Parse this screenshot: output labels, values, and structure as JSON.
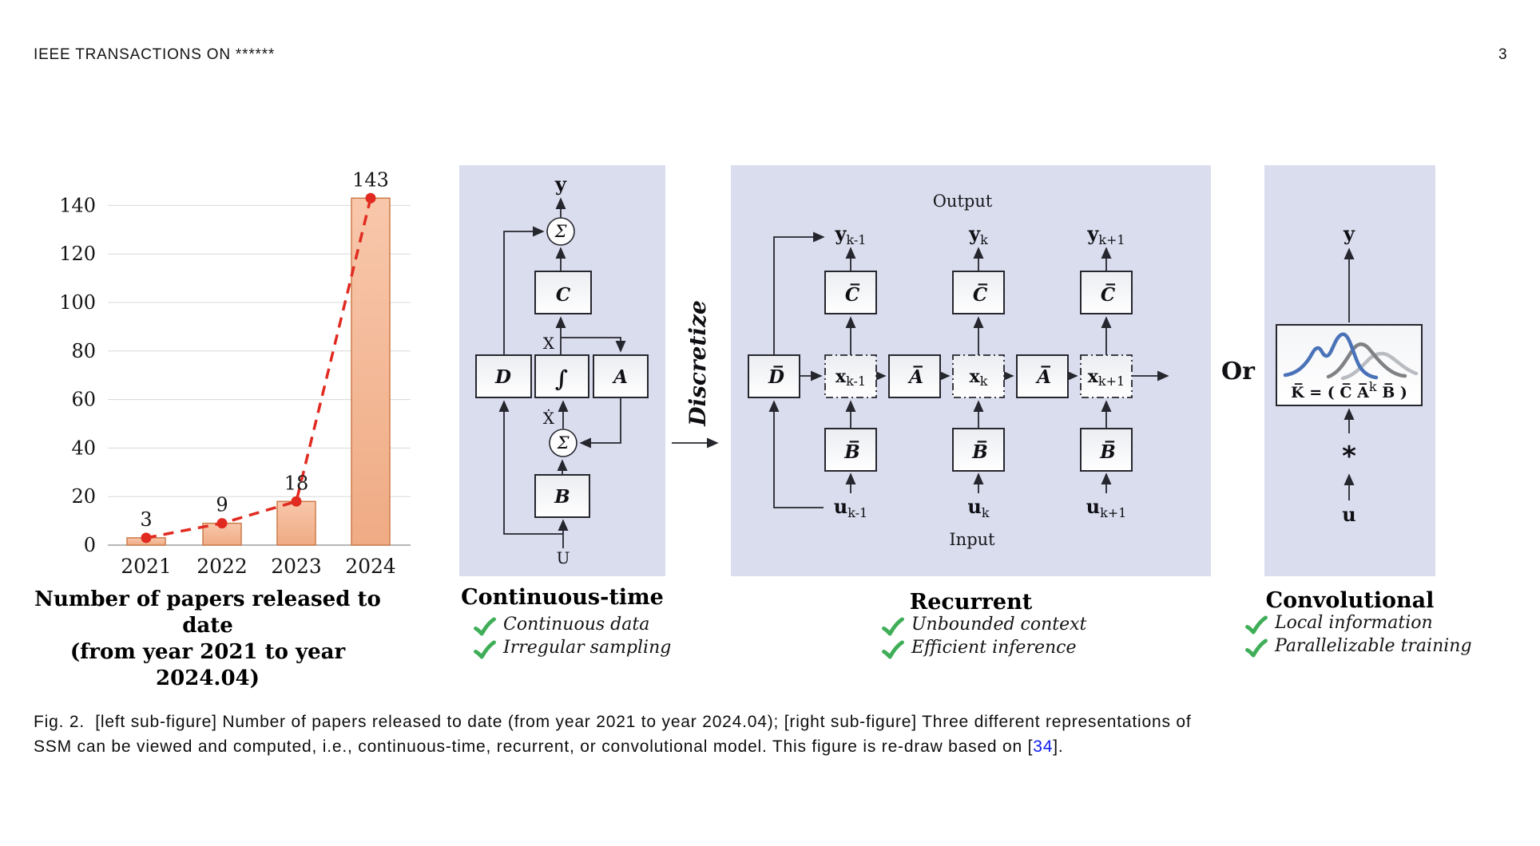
{
  "header": {
    "journal": "IEEE TRANSACTIONS ON ******",
    "page": "3"
  },
  "chart_data": {
    "type": "bar",
    "title_line1": "Number of papers released to date",
    "title_line2": "(from year 2021 to year 2024.04)",
    "categories": [
      "2021",
      "2022",
      "2023",
      "2024"
    ],
    "values": [
      3,
      9,
      18,
      143
    ],
    "y_ticks": [
      0,
      20,
      40,
      60,
      80,
      100,
      120,
      140
    ],
    "ylim": [
      0,
      148
    ],
    "xlabel": "",
    "ylabel": "",
    "grid": true,
    "legend": "none",
    "trendline": "dashed",
    "bar_fill": "#f3b692",
    "bar_stroke": "#cd7c49",
    "trend_color": "#e12b21"
  },
  "figure": {
    "continuous": {
      "title": "Continuous-time",
      "features": [
        "Continuous data",
        "Irregular sampling"
      ],
      "output_label": "y",
      "input_label": "U",
      "state_label": "X",
      "state_deriv_label": "Ẋ",
      "sum_symbol": "Σ",
      "blocks": {
        "D": "D",
        "integral": "∫",
        "A": "A",
        "B": "B",
        "C": "C"
      }
    },
    "discretize_label": "Discretize",
    "recurrent": {
      "title": "Recurrent",
      "features": [
        "Unbounded context",
        "Efficient inference"
      ],
      "output_label": "Output",
      "input_label": "Input",
      "y": [
        {
          "base": "y",
          "sub": "k-1"
        },
        {
          "base": "y",
          "sub": "k"
        },
        {
          "base": "y",
          "sub": "k+1"
        }
      ],
      "x": [
        {
          "base": "x",
          "sub": "k-1"
        },
        {
          "base": "x",
          "sub": "k"
        },
        {
          "base": "x",
          "sub": "k+1"
        }
      ],
      "u": [
        {
          "base": "u",
          "sub": "k-1"
        },
        {
          "base": "u",
          "sub": "k"
        },
        {
          "base": "u",
          "sub": "k+1"
        }
      ],
      "blocks": {
        "D": "D̅",
        "A": "A̅",
        "B": "B̅",
        "C": "C̅"
      }
    },
    "or_label": "Or",
    "convolutional": {
      "title": "Convolutional",
      "features": [
        "Local information",
        "Parallelizable training"
      ],
      "output_label": "y",
      "input_label": "u",
      "conv_operator": "*",
      "kernel_formula": {
        "before": "K̅ = ( C̅ A̅",
        "sup": "k",
        "after": " B̅ )"
      }
    }
  },
  "caption": {
    "line1": "Fig. 2.  [left sub-figure] Number of papers released to date (from year 2021 to year 2024.04); [right sub-figure] Three different representations of",
    "line2_before": "SSM can be viewed and computed, i.e., continuous-time, recurrent, or convolutional model. This figure is re-draw based on [",
    "ref": "34",
    "line2_after": "]."
  }
}
